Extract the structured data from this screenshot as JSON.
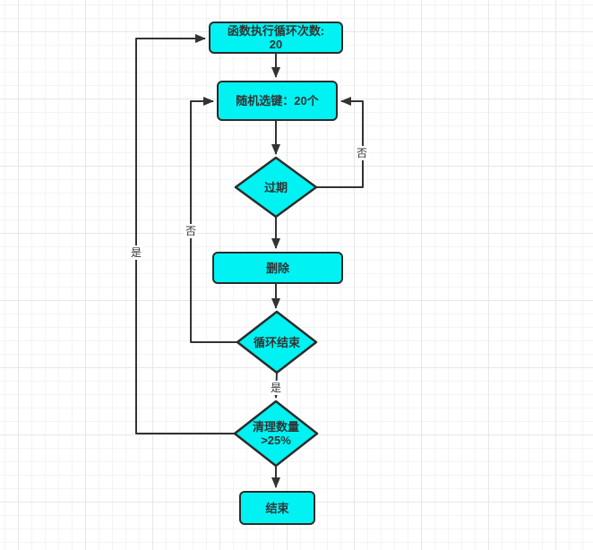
{
  "diagram": {
    "nodes": {
      "loop_count": {
        "line1": "函数执行循环次数:",
        "line2": "20"
      },
      "random_keys": {
        "label": "随机选键：20个"
      },
      "expired": {
        "label": "过期"
      },
      "delete": {
        "label": "删除"
      },
      "loop_end": {
        "label": "循环结束"
      },
      "clean_amount": {
        "line1": "清理数量",
        "line2": ">25%"
      },
      "end": {
        "label": "结束"
      }
    },
    "edge_labels": {
      "expired_no": "否",
      "loop_end_no": "否",
      "loop_end_yes": "是",
      "clean_amount_yes": "是"
    },
    "colors": {
      "node_fill": "#00f2f2",
      "node_border": "#2b2b2b",
      "line": "#333333",
      "grid_minor": "#f4f4f4",
      "grid_major": "#e7e7e7"
    }
  }
}
